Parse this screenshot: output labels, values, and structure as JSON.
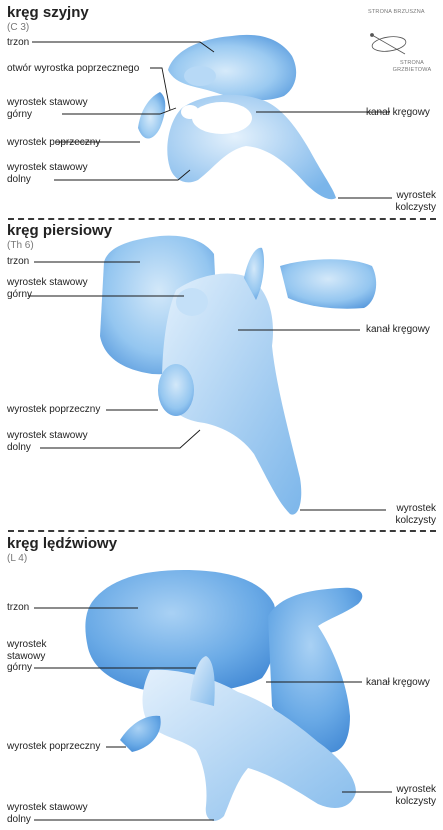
{
  "colors": {
    "bone_light": "#cfe5f8",
    "bone_mid": "#8ec2ee",
    "bone_dark": "#4e93da",
    "leader": "#1a1a1a"
  },
  "orientation": {
    "ventral": "STRONA BRZUSZNA",
    "dorsal": "STRONA GRZBIETOWA"
  },
  "cervical": {
    "title": "kręg szyjny",
    "subtitle": "(C 3)",
    "labels": {
      "body": "trzon",
      "transverse_foramen": "otwór wyrostka poprzecznego",
      "superior_articular_1": "wyrostek stawowy",
      "superior_articular_2": "górny",
      "transverse": "wyrostek poprzeczny",
      "inferior_articular_1": "wyrostek stawowy",
      "inferior_articular_2": "dolny",
      "canal": "kanał kręgowy",
      "spinous_1": "wyrostek",
      "spinous_2": "kolczysty"
    }
  },
  "thoracic": {
    "title": "kręg piersiowy",
    "subtitle": "(Th 6)",
    "labels": {
      "body": "trzon",
      "superior_articular_1": "wyrostek stawowy",
      "superior_articular_2": "górny",
      "canal": "kanał kręgowy",
      "transverse": "wyrostek poprzeczny",
      "inferior_articular_1": "wyrostek stawowy",
      "inferior_articular_2": "dolny",
      "spinous_1": "wyrostek",
      "spinous_2": "kolczysty"
    }
  },
  "lumbar": {
    "title": "kręg lędźwiowy",
    "subtitle": "(L 4)",
    "labels": {
      "body": "trzon",
      "superior_articular_1": "wyrostek",
      "superior_articular_2": "stawowy",
      "superior_articular_3": "górny",
      "canal": "kanał kręgowy",
      "transverse": "wyrostek poprzeczny",
      "spinous_1": "wyrostek",
      "spinous_2": "kolczysty",
      "inferior_articular_1": "wyrostek stawowy",
      "inferior_articular_2": "dolny"
    }
  }
}
